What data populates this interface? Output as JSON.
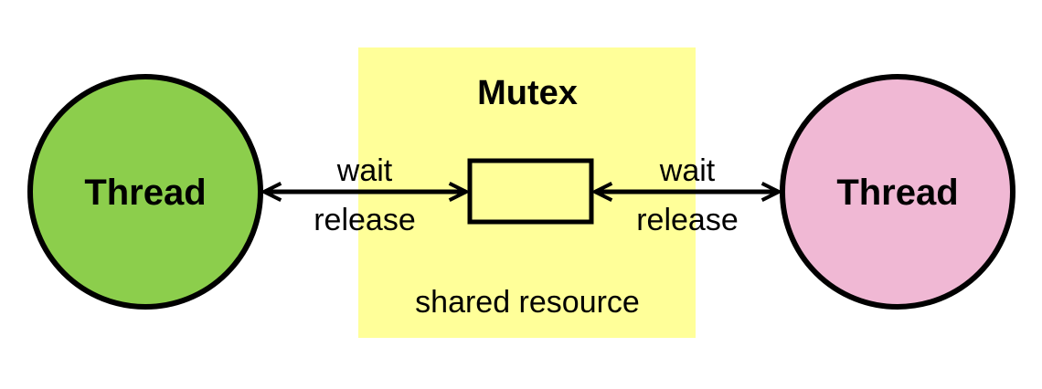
{
  "diagram": {
    "title": "Mutex",
    "shared_label": "shared resource",
    "threads": [
      {
        "label": "Thread",
        "color": "#8cce4c"
      },
      {
        "label": "Thread",
        "color": "#f0b8d4"
      }
    ],
    "left_link": {
      "top_label": "wait",
      "bottom_label": "release"
    },
    "right_link": {
      "top_label": "wait",
      "bottom_label": "release"
    },
    "colors": {
      "mutex_region": "#ffff99",
      "resource_box": "#ffff99",
      "stroke": "#000000"
    }
  }
}
